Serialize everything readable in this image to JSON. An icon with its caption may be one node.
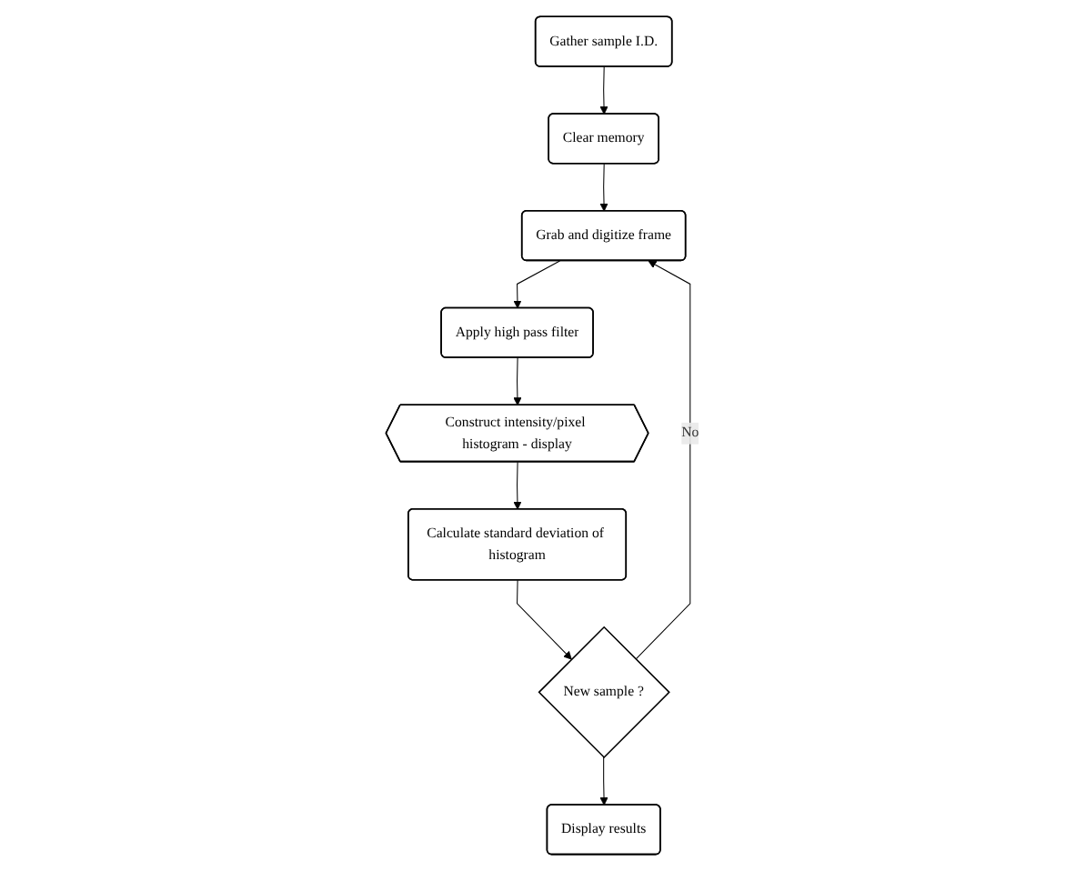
{
  "diagram": {
    "nodes": [
      {
        "text": [
          "Gather sample I.D."
        ]
      },
      {
        "text": [
          "Clear memory"
        ]
      },
      {
        "text": [
          "Grab and digitize frame"
        ]
      },
      {
        "text": [
          "Apply high pass filter"
        ]
      },
      {
        "text": [
          "Construct intensity/pixel histogram - display"
        ]
      },
      {
        "text": [
          "Calculate standard deviation of histogram"
        ]
      },
      {
        "text": [
          "New sample ?"
        ]
      },
      {
        "text": [
          "Display results"
        ]
      }
    ],
    "edges": [
      {
        "from": 0,
        "to": 1,
        "arrow": "to"
      },
      {
        "from": 1,
        "to": 2,
        "arrow": "to"
      },
      {
        "from": 2,
        "to": 3,
        "arrow": "to"
      },
      {
        "from": 3,
        "to": 4,
        "arrow": "to"
      },
      {
        "from": 4,
        "to": 5,
        "arrow": "to"
      },
      {
        "from": 5,
        "to": 6,
        "arrow": "to"
      },
      {
        "from": 6,
        "to": 2,
        "label": "No",
        "arrow": "to"
      },
      {
        "from": 6,
        "to": 7,
        "arrow": "to"
      }
    ]
  }
}
